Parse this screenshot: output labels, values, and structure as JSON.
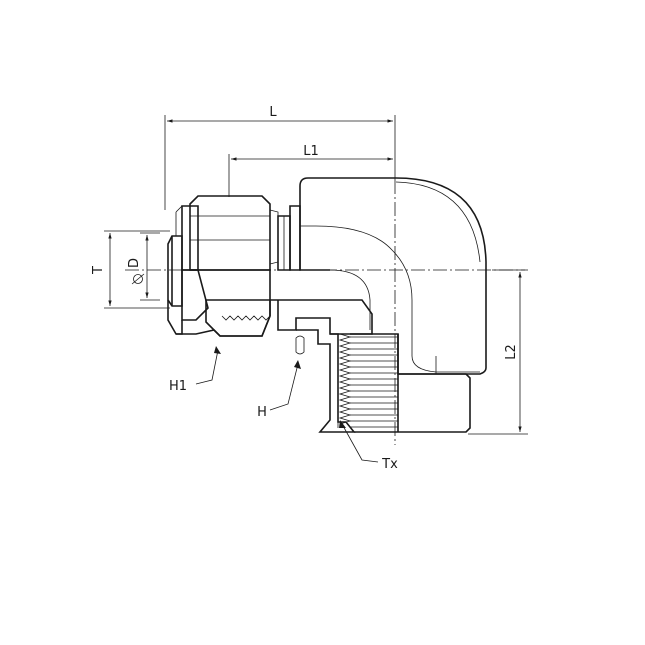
{
  "labels": {
    "L": "L",
    "L1": "L1",
    "L2": "L2",
    "T": "T",
    "D": "D",
    "H1": "H1",
    "H": "H",
    "Tx": "Tx"
  },
  "colors": {
    "line": "#1a1a1a",
    "background": "#ffffff"
  }
}
